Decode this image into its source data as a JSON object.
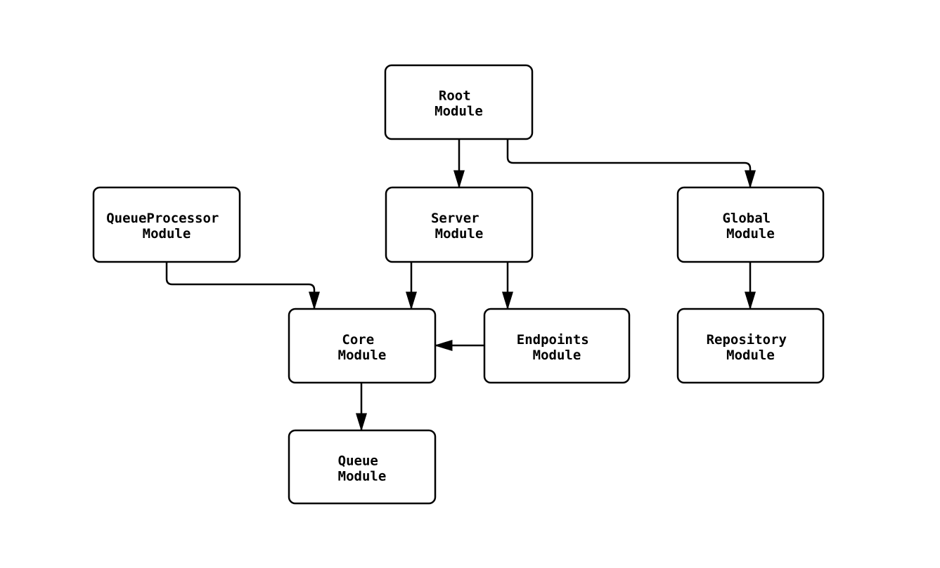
{
  "diagram": {
    "type": "module-dependency-flowchart",
    "background_color": "#ffffff",
    "node_fill_color": "#ffffff",
    "node_border_color": "#000000",
    "edge_color": "#000000",
    "text_color": "#000000",
    "nodes": [
      {
        "id": "root",
        "line1": "Root",
        "line2": "Module"
      },
      {
        "id": "queueProcessor",
        "line1": "QueueProcessor",
        "line2": "Module"
      },
      {
        "id": "server",
        "line1": "Server",
        "line2": "Module"
      },
      {
        "id": "global",
        "line1": "Global",
        "line2": "Module"
      },
      {
        "id": "core",
        "line1": "Core",
        "line2": "Module"
      },
      {
        "id": "endpoints",
        "line1": "Endpoints",
        "line2": "Module"
      },
      {
        "id": "repository",
        "line1": "Repository",
        "line2": "Module"
      },
      {
        "id": "queue",
        "line1": "Queue",
        "line2": "Module"
      }
    ],
    "edges": [
      {
        "from": "root",
        "to": "server"
      },
      {
        "from": "root",
        "to": "global"
      },
      {
        "from": "queueProcessor",
        "to": "core"
      },
      {
        "from": "server",
        "to": "core"
      },
      {
        "from": "server",
        "to": "endpoints"
      },
      {
        "from": "endpoints",
        "to": "core"
      },
      {
        "from": "global",
        "to": "repository"
      },
      {
        "from": "core",
        "to": "queue"
      }
    ]
  }
}
